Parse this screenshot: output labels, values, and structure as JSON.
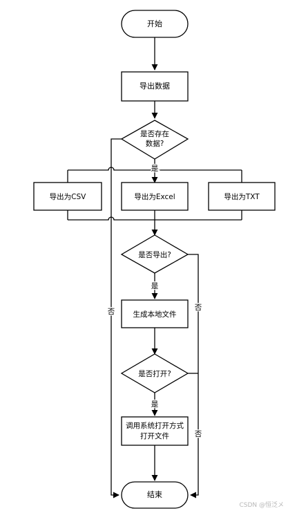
{
  "flowchart": {
    "nodes": {
      "start": "开始",
      "export_data": "导出数据",
      "data_exists_q": [
        "是否存在",
        "数据?"
      ],
      "export_csv": "导出为CSV",
      "export_excel": "导出为Excel",
      "export_txt": "导出为TXT",
      "export_q": "是否导出?",
      "gen_local_file": "生成本地文件",
      "open_q": "是否打开?",
      "call_open": [
        "调用系统打开方式",
        "打开文件"
      ],
      "end": "结束"
    },
    "edge_labels": {
      "data_exists_yes": "是",
      "data_exists_no": "否",
      "export_yes": "是",
      "export_no": "否",
      "open_yes": "是",
      "open_no": "否"
    }
  },
  "watermark": "CSDN @恒泛メ"
}
